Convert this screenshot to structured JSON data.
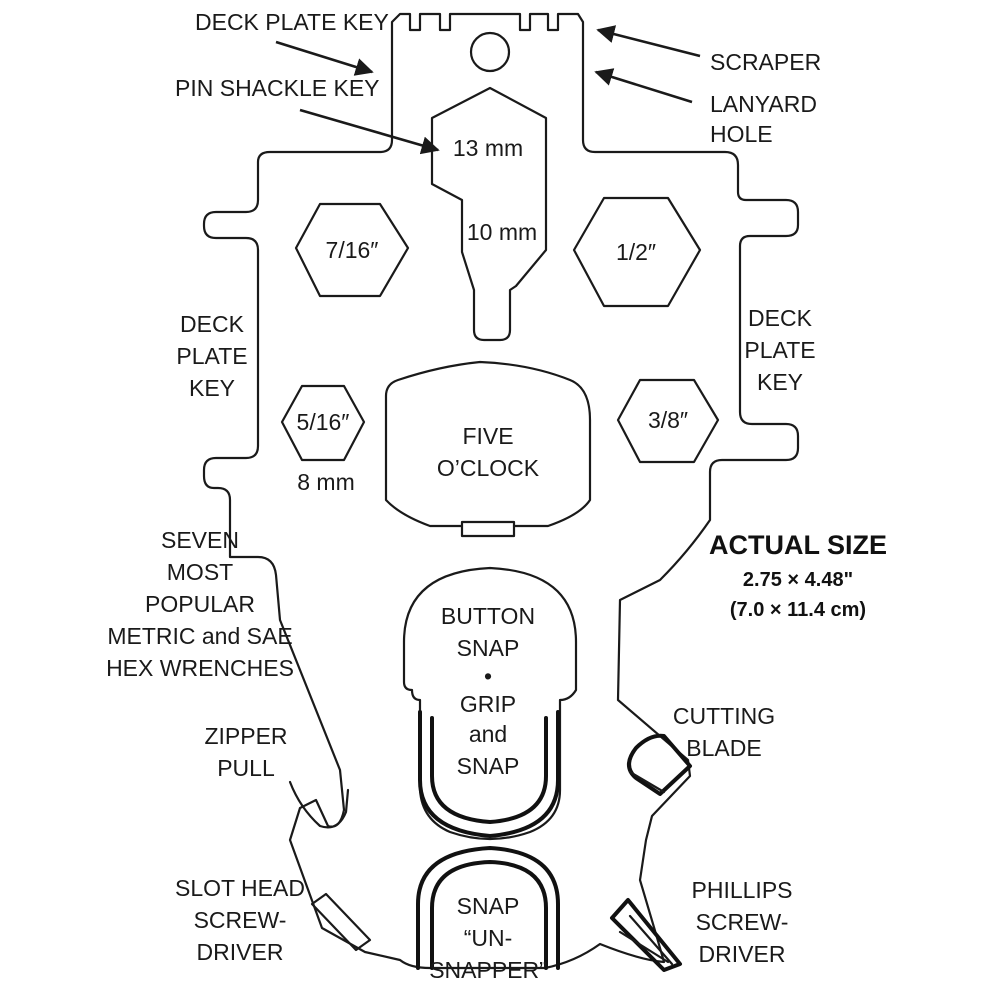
{
  "tool": {
    "labels": {
      "deck_plate_key_top": "DECK PLATE KEY",
      "pin_shackle_key": "PIN SHACKLE KEY",
      "scraper": "SCRAPER",
      "lanyard_hole": [
        "LANYARD",
        "HOLE"
      ],
      "deck_plate_key_left": [
        "DECK",
        "PLATE",
        "KEY"
      ],
      "deck_plate_key_right": [
        "DECK",
        "PLATE",
        "KEY"
      ],
      "seven_hex": [
        "SEVEN",
        "MOST",
        "POPULAR",
        "METRIC and SAE",
        "HEX WRENCHES"
      ],
      "zipper_pull": [
        "ZIPPER",
        "PULL"
      ],
      "slot_head": [
        "SLOT HEAD",
        "SCREW-",
        "DRIVER"
      ],
      "cutting_blade": [
        "CUTTING",
        "BLADE"
      ],
      "phillips": [
        "PHILLIPS",
        "SCREW-",
        "DRIVER"
      ]
    },
    "wrenches": {
      "w13": "13 mm",
      "w10": "10 mm",
      "w7_16": "7/16″",
      "w1_2": "1/2″",
      "w5_16": "5/16″",
      "w8": "8 mm",
      "w3_8": "3/8″"
    },
    "five_oclock": [
      "FIVE",
      "O’CLOCK"
    ],
    "button_snap": [
      "BUTTON",
      "SNAP",
      "•",
      "GRIP",
      "and",
      "SNAP"
    ],
    "snap_unsnapper": [
      "SNAP",
      "“UN-",
      "SNAPPER”"
    ],
    "actual_size": {
      "title": "ACTUAL SIZE",
      "imperial": "2.75 × 4.48\"",
      "metric": "(7.0 × 11.4 cm)"
    },
    "stroke_color": "#1a1a1a",
    "background_color": "#ffffff"
  }
}
